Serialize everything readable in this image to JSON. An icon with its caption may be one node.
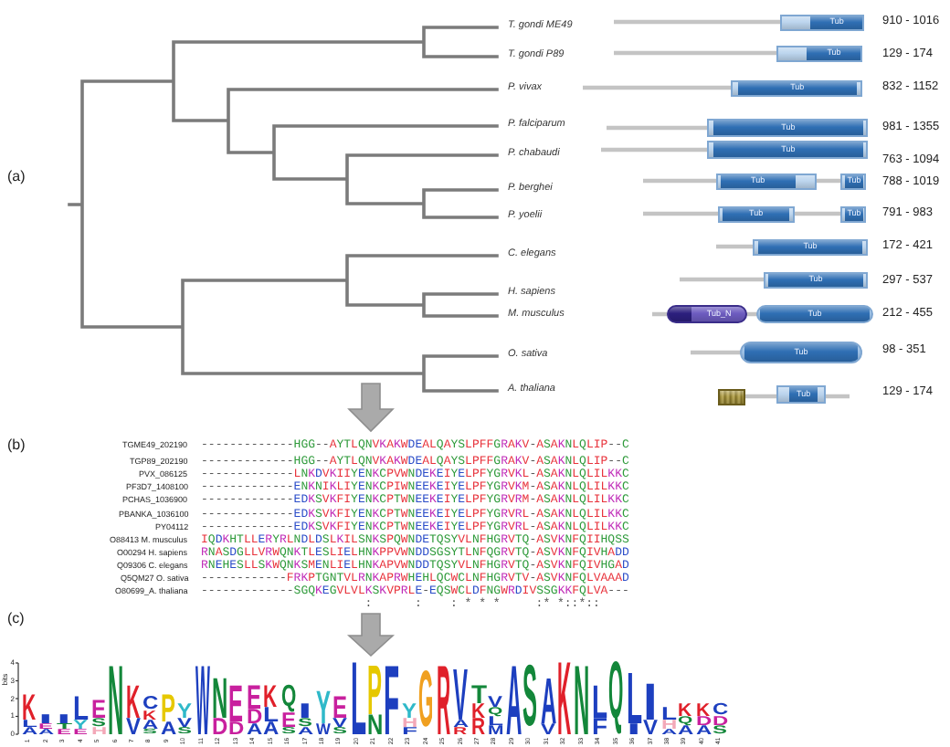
{
  "diagram": {
    "nodes": [
      {
        "text": [
          "Tub"
        ]
      },
      {
        "text": [
          "Tub"
        ]
      },
      {
        "text": [
          "Tub"
        ]
      },
      {
        "text": [
          "Tub"
        ]
      },
      {
        "text": [
          "Tub"
        ]
      },
      {
        "text": [
          "Tub"
        ]
      },
      {
        "text": [
          "Tub"
        ]
      },
      {
        "text": [
          "Tub"
        ]
      },
      {
        "text": [
          "Tub"
        ]
      },
      {
        "text": [
          "Tub"
        ]
      },
      {
        "text": [
          "Tub"
        ]
      },
      {
        "text": [
          "Tub_N"
        ]
      },
      {
        "text": [
          "Tub"
        ]
      },
      {
        "text": [
          "Tub"
        ]
      },
      {
        "text": [],
        "shape": "box"
      },
      {
        "text": [
          "Tub"
        ]
      }
    ],
    "labels": [
      "(a)",
      "T. gondi ME49",
      "910 - 1016",
      "T. gondi P89",
      "129 - 174",
      "P. vivax",
      "832 - 1152",
      "P. falciparum",
      "981 - 1355",
      "P. chabaudi",
      "763 - 1094",
      "P. berghei",
      "788 - 1019",
      "P. yoelii",
      "791 - 983",
      "C. elegans",
      "172 - 421",
      "H. sapiens",
      "297 - 537",
      "M. musculus",
      "212 - 455",
      "O. sativa",
      "98 - 351",
      "A. thaliana",
      "129 - 174",
      "(b)",
      "TGME49_202190",
      "-------------HGG--AYTLQNVKAKWDEALQAYSLPFFGRAKV-ASAKNLQLIP--C",
      "TGP89_202190",
      "-------------HGG--AYTLQNVKAKWDEALQAYSLPFFGRAKV-ASAKNLQLIP--C",
      "PVX_086125",
      "-------------LNKDVKIIYENKCPVWNDEKEIYELPFYGRVKL-ASAKNLQLILKKC",
      "PF3D7_1408100",
      "-------------ENKNIKLIYENKCPIWNEEKEIYELPFYGRVKM-ASAKNLQLILKKC",
      "PCHAS_1036900",
      "-------------EDKSVKFIYENKCPTWNEEKEIYELPFYGRVRM-ASAKNLQLILKKC",
      "PBANKA_1036100",
      "-------------EDKSVKFIYENKCPTWNEEKEIYELPFYGRVRL-ASAKNLQLILKKC",
      "PY04112",
      "-------------EDKSVKFIYENKCPTWNEEKEIYELPFYGRVRL-ASAKNLQLILKKC",
      "O88413 M. musculus",
      "IQDKHTLLERYRLNDLDSLKILSNKSPQWNDETQSYVLNFHGRVTQ-ASVKNFQIIHQSS",
      "O00294 H. sapiens",
      "RNASDGLLVRWQNKTLESLIELHNKPPVWNDDSGSYTLNFQGRVTQ-ASVKNFQIVHADD",
      "Q09306 C. elegans",
      "RNEHESLLSKWQNKSMENLIELHNKAPVWNDDTQSYVLNFHGRVTQ-ASVKNFQIVHGAD",
      "Q5QM27 O. sativa",
      "------------FRKPTGNTVLRNKAPRWHEHLQCWCLNFHGRVTV-ASVKNFQLVAAAD",
      "O80699_A. thaliana",
      "-------------SGQKEGVLVLKSKVPRLE-EQSWCLDFNGWRDIVSSGKKFQLVA---",
      ":      :    : * * *     :* *::*::",
      "(c)",
      "bits",
      "4",
      "3",
      "2",
      "1",
      "0",
      "KLA",
      "IEA",
      "ITE",
      "LYE",
      "ESH",
      "N",
      "KV",
      "CKAS",
      "PA",
      "YVS",
      "W",
      "ND",
      "ED",
      "EDA",
      "KLA",
      "QES",
      "ISA",
      "YW",
      "EVS",
      "L",
      "PN",
      "F",
      "YHF",
      "G",
      "R",
      "VAR",
      "TKR",
      "VQLM",
      "A",
      "S",
      "AV",
      "K",
      "N",
      "LF",
      "Q",
      "LI",
      "IV",
      "LHA",
      "KQA",
      "KDA",
      "CDS",
      "1",
      "2",
      "3",
      "4",
      "5",
      "6",
      "7",
      "8",
      "9",
      "10",
      "11",
      "12",
      "13",
      "14",
      "15",
      "16",
      "17",
      "18",
      "19",
      "20",
      "21",
      "22",
      "23",
      "24",
      "25",
      "26",
      "27",
      "28",
      "29",
      "30",
      "31",
      "32",
      "33",
      "34",
      "35",
      "36",
      "37",
      "38",
      "39",
      "40",
      "41"
    ]
  }
}
